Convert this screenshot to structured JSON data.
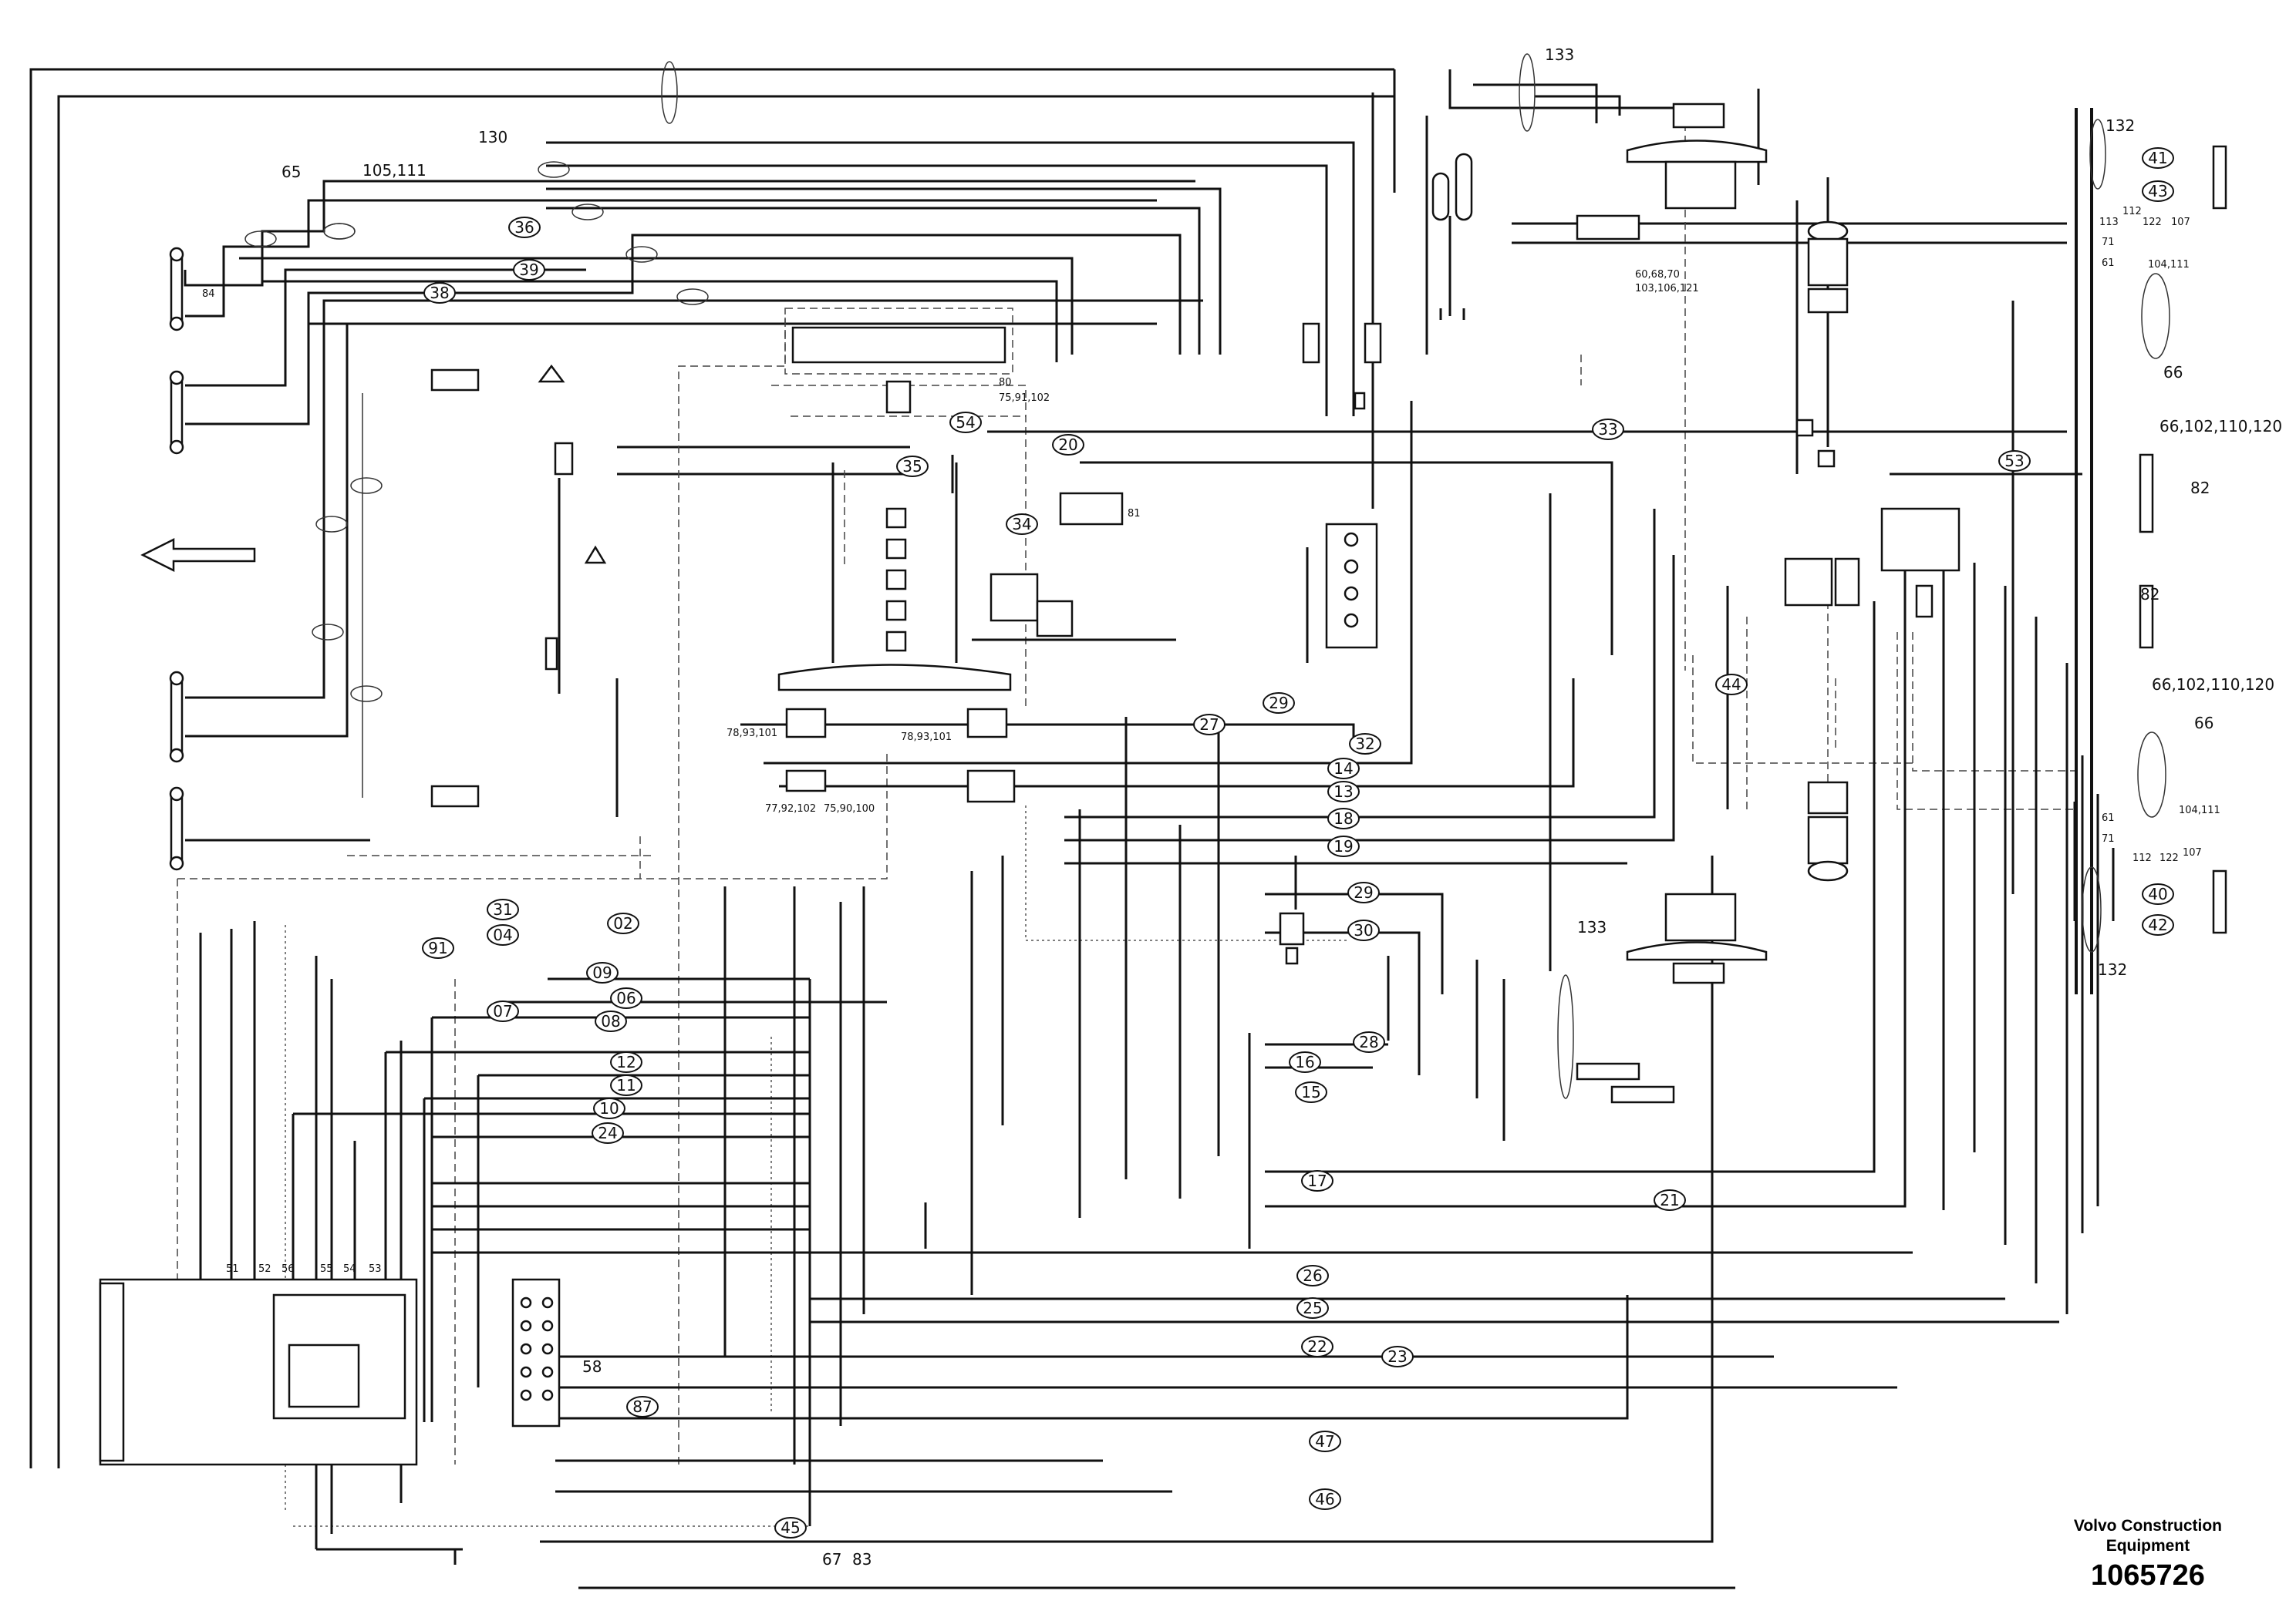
{
  "footer": {
    "company_line1": "Volvo Construction",
    "company_line2": "Equipment",
    "doc_number": "1065726"
  },
  "hose_numbers": [
    "41",
    "43",
    "36",
    "39",
    "38",
    "54",
    "20",
    "35",
    "34",
    "33",
    "44",
    "29",
    "27",
    "32",
    "14",
    "13",
    "18",
    "19",
    "31",
    "04",
    "02",
    "91",
    "09",
    "07",
    "06",
    "08",
    "12",
    "11",
    "10",
    "24",
    "16",
    "15",
    "30",
    "28",
    "17",
    "21",
    "26",
    "25",
    "22",
    "23",
    "87",
    "47",
    "46",
    "45",
    "40",
    "42",
    "53"
  ],
  "callouts": {
    "c130": "130",
    "c65": "65",
    "c105_111": "105,111",
    "c84": "84",
    "c133_top": "133",
    "c133_mid": "133",
    "c132_top": "132",
    "c132_bot": "132",
    "c60_68_70": "60,68,70",
    "c103_106_121": "103,106,121",
    "c80": "80",
    "c75_91_102": "75,91,102",
    "c81": "81",
    "c78_93_101_a": "78,93,101",
    "c78_93_101_b": "78,93,101",
    "c77_92_102": "77,92,102",
    "c75_90_100": "75,90,100",
    "c66_102_110_120_a": "66,102,110,120",
    "c66_102_110_120_b": "66,102,110,120",
    "c82_a": "82",
    "c82_b": "82",
    "c66_a": "66",
    "c66_b": "66",
    "c61_a": "61",
    "c61_b": "61",
    "c71_a": "71",
    "c71_b": "71",
    "c113": "113",
    "c112_a": "112",
    "c112_b": "112",
    "c122_a": "122",
    "c122_b": "122",
    "c107_a": "107",
    "c107_b": "107",
    "c104_111_a": "104,111",
    "c104_111_b": "104,111",
    "c58": "58",
    "c67": "67",
    "c83": "83",
    "c51": "51",
    "c52": "52",
    "c56": "56",
    "c55": "55",
    "c54": "54",
    "c53": "53"
  }
}
